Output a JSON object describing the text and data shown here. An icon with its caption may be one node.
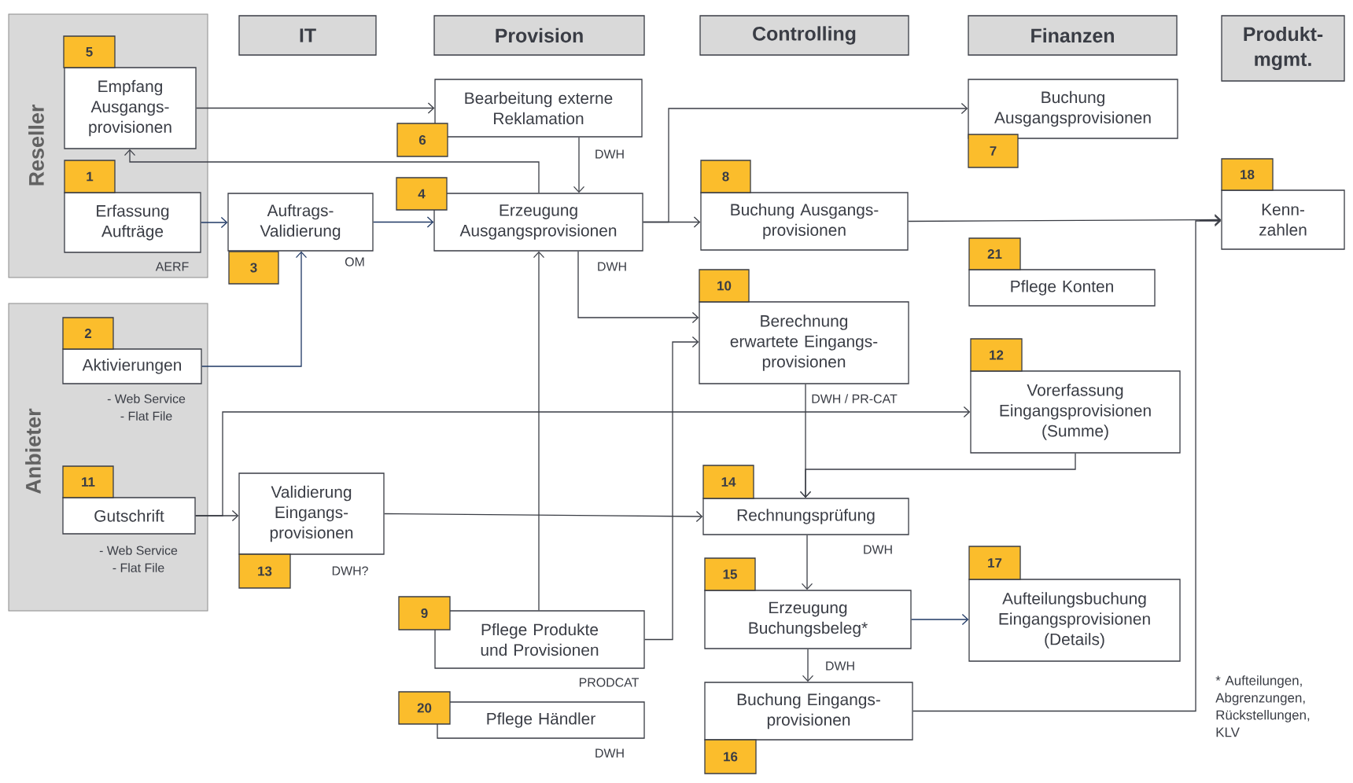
{
  "diagram": {
    "nodes": [
      {
        "text": [
          "Reseller"
        ]
      },
      {
        "text": [
          "Anbieter"
        ]
      },
      {
        "text": [
          "IT"
        ]
      },
      {
        "text": [
          "Provision"
        ]
      },
      {
        "text": [
          "Controlling"
        ]
      },
      {
        "text": [
          "Finanzen"
        ]
      },
      {
        "text": [
          "Produkt- mgmt."
        ]
      },
      {
        "text": [
          "5",
          "Empfang Ausgangs- provisionen"
        ],
        "in": 0
      },
      {
        "text": [
          "Bearbeitung externe Reklamation",
          "6"
        ],
        "beside": [
          "DWH"
        ]
      },
      {
        "text": [
          "Buchung Ausgangsprovisionen",
          "7"
        ]
      },
      {
        "text": [
          "1",
          "Erfassung Aufträge"
        ],
        "in": 0,
        "beside": [
          "AERF"
        ]
      },
      {
        "text": [
          "Auftrags- Validierung",
          "3"
        ],
        "beside": [
          "OM"
        ]
      },
      {
        "text": [
          "4",
          "Erzeugung Ausgangsprovisionen"
        ],
        "beside": [
          "DWH"
        ]
      },
      {
        "text": [
          "8",
          "Buchung Ausgangs- provisionen"
        ]
      },
      {
        "text": [
          "18",
          "Kenn- zahlen"
        ]
      },
      {
        "text": [
          "21",
          "Pflege Konten"
        ]
      },
      {
        "text": [
          "10",
          "Berechnung erwartete Eingangs- provisionen"
        ],
        "beside": [
          "DWH / PR-CAT"
        ]
      },
      {
        "text": [
          "2",
          "Aktivierungen"
        ],
        "in": 1,
        "beside": [
          "- Web Service",
          "- Flat File"
        ]
      },
      {
        "text": [
          "12",
          "Vorerfassung Eingangsprovisionen (Summe)"
        ]
      },
      {
        "text": [
          "11",
          "Gutschrift"
        ],
        "in": 1,
        "beside": [
          "- Web Service",
          "- Flat File"
        ]
      },
      {
        "text": [
          "Validierung Eingangs- provisionen",
          "13"
        ],
        "beside": [
          "DWH?"
        ]
      },
      {
        "text": [
          "14",
          "Rechnungsprüfung"
        ],
        "beside": [
          "DWH"
        ]
      },
      {
        "text": [
          "15",
          "Erzeugung Buchungsbeleg*"
        ],
        "beside": [
          "DWH"
        ]
      },
      {
        "text": [
          "17",
          "Aufteilungsbuchung Eingangsprovisionen (Details)"
        ]
      },
      {
        "text": [
          "9",
          "Pflege Produkte und Provisionen"
        ],
        "beside": [
          "PRODCAT"
        ]
      },
      {
        "text": [
          "Buchung Eingangs- provisionen",
          "16"
        ]
      },
      {
        "text": [
          "20",
          "Pflege Händler"
        ],
        "beside": [
          "DWH"
        ]
      }
    ],
    "edges": [
      {
        "from": 7,
        "to": 8,
        "arrow": "to"
      },
      {
        "from": 12,
        "to": 7,
        "arrow": "to"
      },
      {
        "from": 8,
        "to": 12,
        "arrow": "to"
      },
      {
        "from": 10,
        "to": 11,
        "arrow": "to",
        "color": "#1f3864"
      },
      {
        "from": 11,
        "to": 12,
        "arrow": "to",
        "color": "#1f3864"
      },
      {
        "from": 17,
        "to": 11,
        "arrow": "to",
        "color": "#1f3864"
      },
      {
        "from": 12,
        "to": 9,
        "arrow": "to"
      },
      {
        "from": 12,
        "to": 13,
        "arrow": "to"
      },
      {
        "from": 13,
        "to": 14,
        "arrow": "to"
      },
      {
        "from": 25,
        "to": 14,
        "arrow": "to"
      },
      {
        "from": 12,
        "to": 16,
        "arrow": "to"
      },
      {
        "from": 24,
        "to": 16,
        "arrow": "to"
      },
      {
        "from": 24,
        "to": 12,
        "arrow": "to"
      },
      {
        "from": 19,
        "to": 18,
        "arrow": "to"
      },
      {
        "from": 19,
        "to": 20,
        "arrow": "to"
      },
      {
        "from": 20,
        "to": 21,
        "arrow": "to"
      },
      {
        "from": 16,
        "to": 21,
        "arrow": "to"
      },
      {
        "from": 18,
        "to": 21,
        "arrow": "to"
      },
      {
        "from": 21,
        "to": 22,
        "arrow": "to"
      },
      {
        "from": 22,
        "to": 23,
        "arrow": "to",
        "color": "#1f3864"
      },
      {
        "from": 22,
        "to": 25,
        "arrow": "to"
      }
    ],
    "labels": [
      "* Aufteilungen, Abgrenzungen, Rückstellungen, KLV"
    ]
  }
}
